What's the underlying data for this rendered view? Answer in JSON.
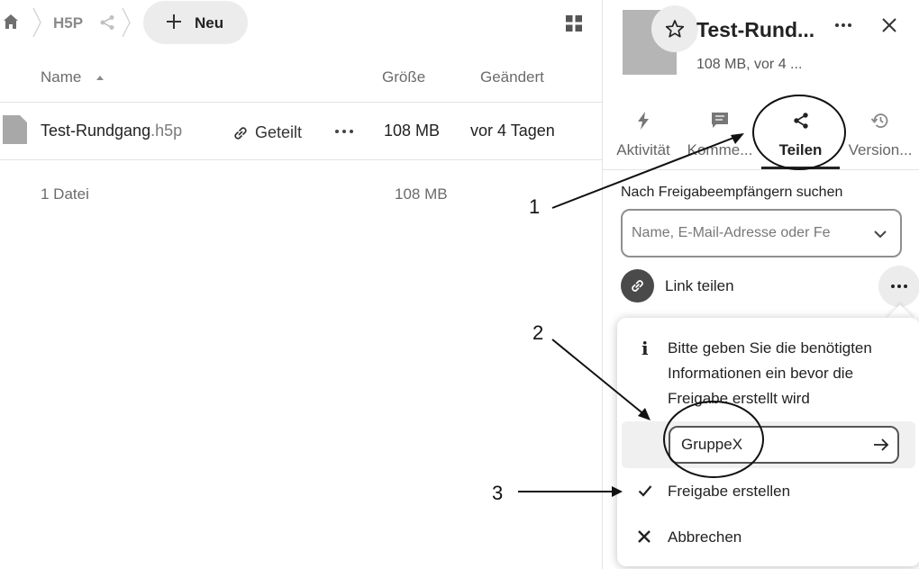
{
  "breadcrumb": {
    "folder": "H5P",
    "new_label": "Neu"
  },
  "file_list": {
    "columns": {
      "name": "Name",
      "size": "Größe",
      "modified": "Geändert"
    },
    "rows": [
      {
        "name": "Test-Rundgang",
        "ext": ".h5p",
        "shared": "Geteilt",
        "size": "108 MB",
        "modified": "vor 4 Tagen"
      }
    ],
    "footer": {
      "count": "1 Datei",
      "size": "108 MB"
    }
  },
  "sidebar": {
    "title": "Test-Rund...",
    "subtitle": "108 MB, vor 4 ...",
    "tabs": [
      {
        "label": "Aktivität",
        "icon": "lightning-icon"
      },
      {
        "label": "Komme...",
        "icon": "comment-icon"
      },
      {
        "label": "Teilen",
        "icon": "share-icon",
        "active": true
      },
      {
        "label": "Version...",
        "icon": "history-icon"
      }
    ],
    "search": {
      "label": "Nach Freigabeempfängern suchen",
      "placeholder": "Name, E-Mail-Adresse oder Fe"
    },
    "link_share": {
      "label": "Link teilen"
    },
    "popover": {
      "info_icon": "i",
      "info_text": "Bitte geben Sie die benötigten Informationen ein bevor die Freigabe erstellt wird",
      "password_value": "GruppeX",
      "create_label": "Freigabe erstellen",
      "cancel_label": "Abbrechen"
    }
  },
  "annotations": {
    "one": "1",
    "two": "2",
    "three": "3"
  },
  "colors": {
    "accent": "#222222",
    "thumb": "#b5b5b5",
    "button_bg": "#ececec"
  }
}
